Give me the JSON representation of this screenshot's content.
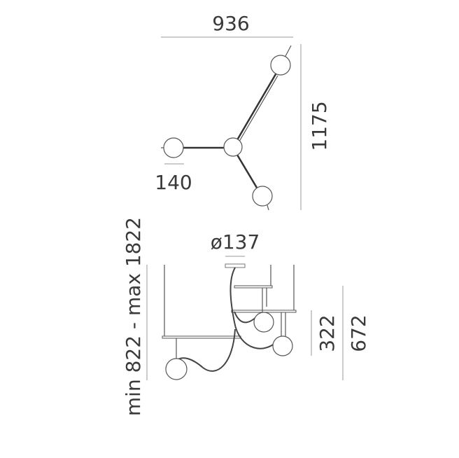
{
  "top_view": {
    "width_label": "936",
    "depth_label": "1175",
    "globe_label": "140"
  },
  "side_view": {
    "canopy_label": "ø137",
    "height_range_label": "min 822 - max 1822",
    "inner_height_label": "322",
    "outer_height_label": "672"
  }
}
